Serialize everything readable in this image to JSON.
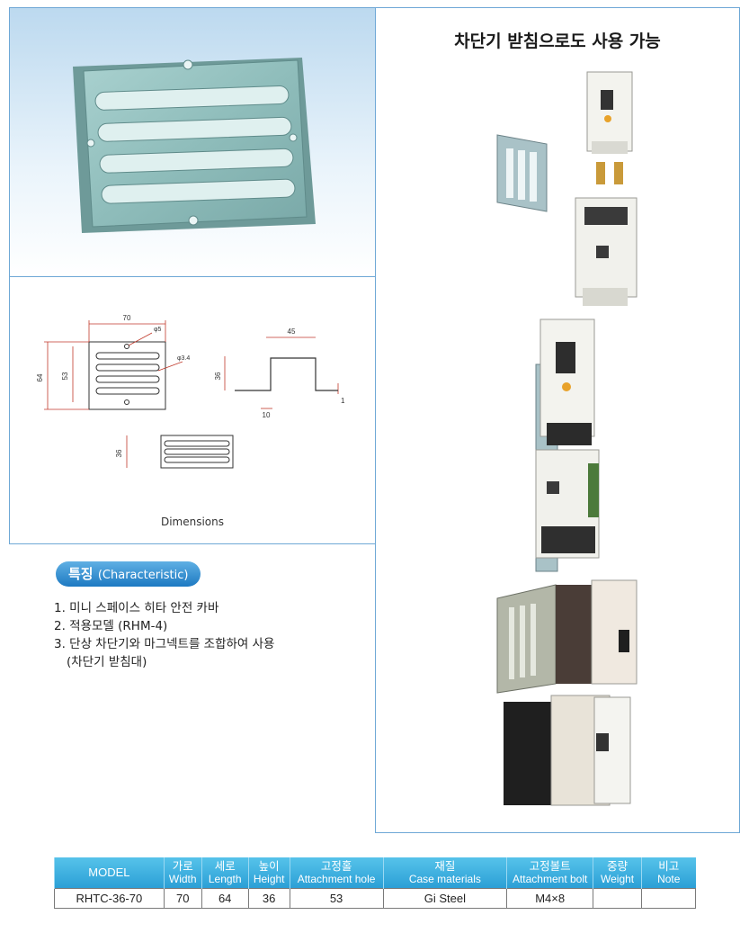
{
  "right_panel": {
    "title": "차단기 받침으로도 사용 가능"
  },
  "dimensions": {
    "caption": "Dimensions",
    "front": {
      "width": "70",
      "height": "64",
      "hole_pitch": "53",
      "hole_large": "φ5",
      "hole_small": "φ3.4"
    },
    "side": {
      "top_width": "45",
      "height": "36",
      "flange": "10",
      "thickness": "1"
    },
    "top": {
      "height": "36"
    }
  },
  "characteristic": {
    "title": "특징",
    "title_sub": "(Characteristic)",
    "items": [
      "1. 미니 스페이스 히타 안전 카바",
      "2. 적용모델 (RHM-4)",
      "3. 단상 차단기와 마그넥트를 조합하여 사용"
    ],
    "item3_cont": "(차단기 받침대)"
  },
  "spec_table": {
    "headers": [
      {
        "ko": "MODEL",
        "en": ""
      },
      {
        "ko": "가로",
        "en": "Width"
      },
      {
        "ko": "세로",
        "en": "Length"
      },
      {
        "ko": "높이",
        "en": "Height"
      },
      {
        "ko": "고정홀",
        "en": "Attachment hole"
      },
      {
        "ko": "재질",
        "en": "Case materials"
      },
      {
        "ko": "고정볼트",
        "en": "Attachment bolt"
      },
      {
        "ko": "중량",
        "en": "Weight"
      },
      {
        "ko": "비고",
        "en": "Note"
      }
    ],
    "row": [
      "RHTC-36-70",
      "70",
      "64",
      "36",
      "53",
      "Gi Steel",
      "M4×8",
      "",
      ""
    ]
  }
}
